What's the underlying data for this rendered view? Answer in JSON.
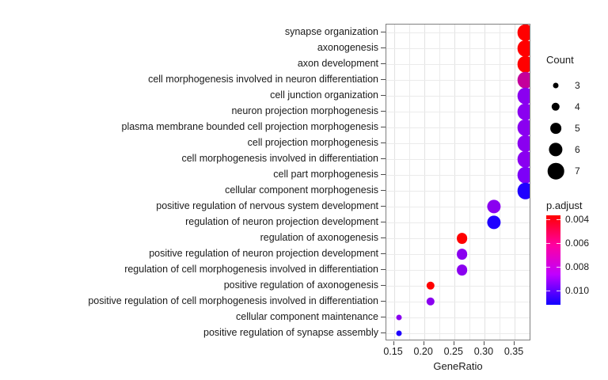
{
  "chart_data": {
    "type": "scatter",
    "title": "",
    "xlabel": "GeneRatio",
    "ylabel": "",
    "xlim": [
      0.1375,
      0.3775
    ],
    "xticks": [
      0.15,
      0.2,
      0.25,
      0.3,
      0.35
    ],
    "xticklabels": [
      "0.15",
      "0.20",
      "0.25",
      "0.30",
      "0.35"
    ],
    "grid": true,
    "categories": [
      "synapse organization",
      "axonogenesis",
      "axon development",
      "cell morphogenesis involved in neuron differentiation",
      "cell junction organization",
      "neuron projection morphogenesis",
      "plasma membrane bounded cell projection morphogenesis",
      "cell projection morphogenesis",
      "cell morphogenesis involved in differentiation",
      "cell part morphogenesis",
      "cellular component morphogenesis",
      "positive regulation of nervous system development",
      "regulation of neuron projection development",
      "regulation of axonogenesis",
      "positive regulation of neuron projection development",
      "regulation of cell morphogenesis involved in differentiation",
      "positive regulation of axonogenesis",
      "positive regulation of cell morphogenesis involved in differentiation",
      "cellular component maintenance",
      "positive regulation of synapse assembly"
    ],
    "points": [
      {
        "term": "synapse organization",
        "gene_ratio": 0.368,
        "count": 7,
        "p_adjust": 0.004,
        "color": "#ff0000"
      },
      {
        "term": "axonogenesis",
        "gene_ratio": 0.368,
        "count": 7,
        "p_adjust": 0.004,
        "color": "#ff0000"
      },
      {
        "term": "axon development",
        "gene_ratio": 0.368,
        "count": 7,
        "p_adjust": 0.0041,
        "color": "#ff0000"
      },
      {
        "term": "cell morphogenesis involved in neuron differentiation",
        "gene_ratio": 0.368,
        "count": 7,
        "p_adjust": 0.0058,
        "color": "#c4009b"
      },
      {
        "term": "cell junction organization",
        "gene_ratio": 0.368,
        "count": 7,
        "p_adjust": 0.0082,
        "color": "#8a00f0"
      },
      {
        "term": "neuron projection morphogenesis",
        "gene_ratio": 0.368,
        "count": 7,
        "p_adjust": 0.0085,
        "color": "#8a00f0"
      },
      {
        "term": "plasma membrane bounded cell projection morphogenesis",
        "gene_ratio": 0.368,
        "count": 7,
        "p_adjust": 0.0086,
        "color": "#8a00f0"
      },
      {
        "term": "cell projection morphogenesis",
        "gene_ratio": 0.368,
        "count": 7,
        "p_adjust": 0.0087,
        "color": "#8a00f0"
      },
      {
        "term": "cell morphogenesis involved in differentiation",
        "gene_ratio": 0.368,
        "count": 7,
        "p_adjust": 0.009,
        "color": "#8a00f0"
      },
      {
        "term": "cell part morphogenesis",
        "gene_ratio": 0.368,
        "count": 7,
        "p_adjust": 0.0094,
        "color": "#7d00f8"
      },
      {
        "term": "cellular component morphogenesis",
        "gene_ratio": 0.368,
        "count": 7,
        "p_adjust": 0.0108,
        "color": "#1f00ff"
      },
      {
        "term": "positive regulation of nervous system development",
        "gene_ratio": 0.316,
        "count": 6,
        "p_adjust": 0.0093,
        "color": "#8a00f0"
      },
      {
        "term": "regulation of neuron projection development",
        "gene_ratio": 0.316,
        "count": 6,
        "p_adjust": 0.0107,
        "color": "#1f00ff"
      },
      {
        "term": "regulation of axonogenesis",
        "gene_ratio": 0.263,
        "count": 5,
        "p_adjust": 0.004,
        "color": "#ff0000"
      },
      {
        "term": "positive regulation of neuron projection development",
        "gene_ratio": 0.263,
        "count": 5,
        "p_adjust": 0.009,
        "color": "#8a00f0"
      },
      {
        "term": "regulation of cell morphogenesis involved in differentiation",
        "gene_ratio": 0.263,
        "count": 5,
        "p_adjust": 0.0092,
        "color": "#8a00f0"
      },
      {
        "term": "positive regulation of axonogenesis",
        "gene_ratio": 0.211,
        "count": 4,
        "p_adjust": 0.004,
        "color": "#ff0000"
      },
      {
        "term": "positive regulation of cell morphogenesis involved in differentiation",
        "gene_ratio": 0.211,
        "count": 4,
        "p_adjust": 0.0092,
        "color": "#8a00f0"
      },
      {
        "term": "cellular component maintenance",
        "gene_ratio": 0.158,
        "count": 3,
        "p_adjust": 0.0092,
        "color": "#8a00f0"
      },
      {
        "term": "positive regulation of synapse assembly",
        "gene_ratio": 0.158,
        "count": 3,
        "p_adjust": 0.0109,
        "color": "#1f00ff"
      }
    ],
    "legends": {
      "size": {
        "title": "Count",
        "entries": [
          {
            "label": "3",
            "value": 3
          },
          {
            "label": "4",
            "value": 4
          },
          {
            "label": "5",
            "value": 5
          },
          {
            "label": "6",
            "value": 6
          },
          {
            "label": "7",
            "value": 7
          }
        ]
      },
      "color": {
        "title": "p.adjust",
        "ticks": [
          "0.004",
          "0.006",
          "0.008",
          "0.010"
        ],
        "high_color": "#ff0000",
        "low_color": "#1100ff",
        "position": "right"
      }
    }
  }
}
